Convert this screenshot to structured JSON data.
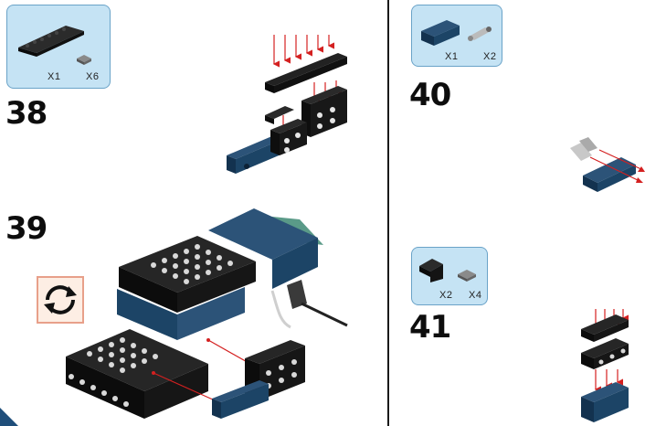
{
  "steps": [
    {
      "number": "38",
      "parts": [
        {
          "qty": "X1"
        },
        {
          "qty": "X6"
        }
      ]
    },
    {
      "number": "39"
    },
    {
      "number": "40",
      "parts": [
        {
          "qty": "X1"
        },
        {
          "qty": "X2"
        }
      ]
    },
    {
      "number": "41",
      "parts": [
        {
          "qty": "X2"
        },
        {
          "qty": "X4"
        }
      ]
    }
  ],
  "icons": {
    "rotate": "rotate-model-icon"
  },
  "colors": {
    "callout_bg": "#c5e3f4",
    "brick_black": "#141414",
    "brick_blue": "#1c4466",
    "arrow_red": "#d42020",
    "rotate_border": "#e8a08a"
  }
}
